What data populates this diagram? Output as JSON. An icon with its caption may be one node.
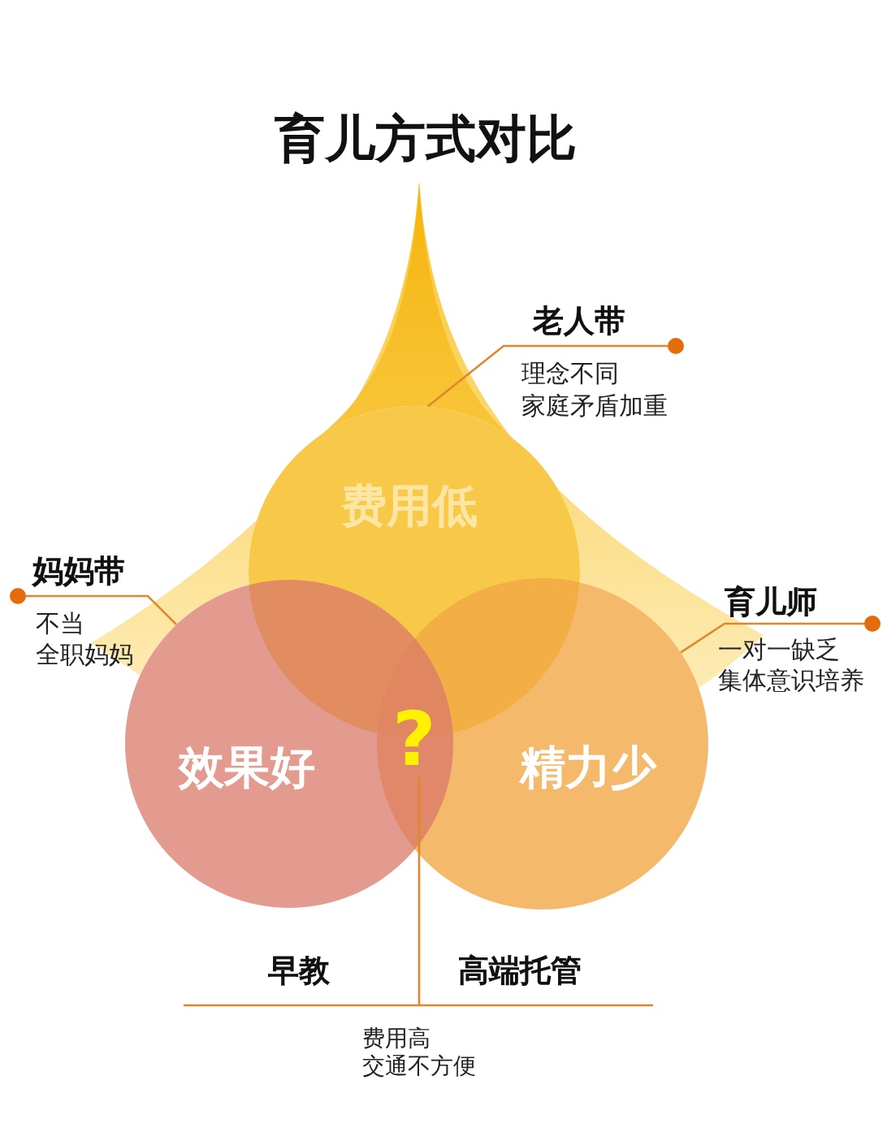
{
  "diagram": {
    "title": "育儿方式对比",
    "nodes": [
      {
        "text": [
          "老人带",
          "理念不同",
          "家庭矛盾加重"
        ]
      },
      {
        "text": [
          "费用低"
        ]
      },
      {
        "text": [
          "妈妈带",
          "不当",
          "全职妈妈"
        ]
      },
      {
        "text": [
          "育儿师",
          "一对一缺乏",
          "集体意识培养"
        ]
      },
      {
        "text": [
          "效果好"
        ]
      },
      {
        "text": [
          "?"
        ]
      },
      {
        "text": [
          "精力少"
        ]
      },
      {
        "text": [
          "早教",
          "高端托管",
          "费用高",
          "交通不方便"
        ]
      }
    ],
    "edges": [
      {
        "from": 0,
        "to": 1,
        "arrow": "other"
      },
      {
        "from": 2,
        "to": 4,
        "arrow": "other"
      },
      {
        "from": 3,
        "to": 6,
        "arrow": "other"
      },
      {
        "from": 7,
        "to": 5,
        "arrow": "none"
      }
    ]
  }
}
